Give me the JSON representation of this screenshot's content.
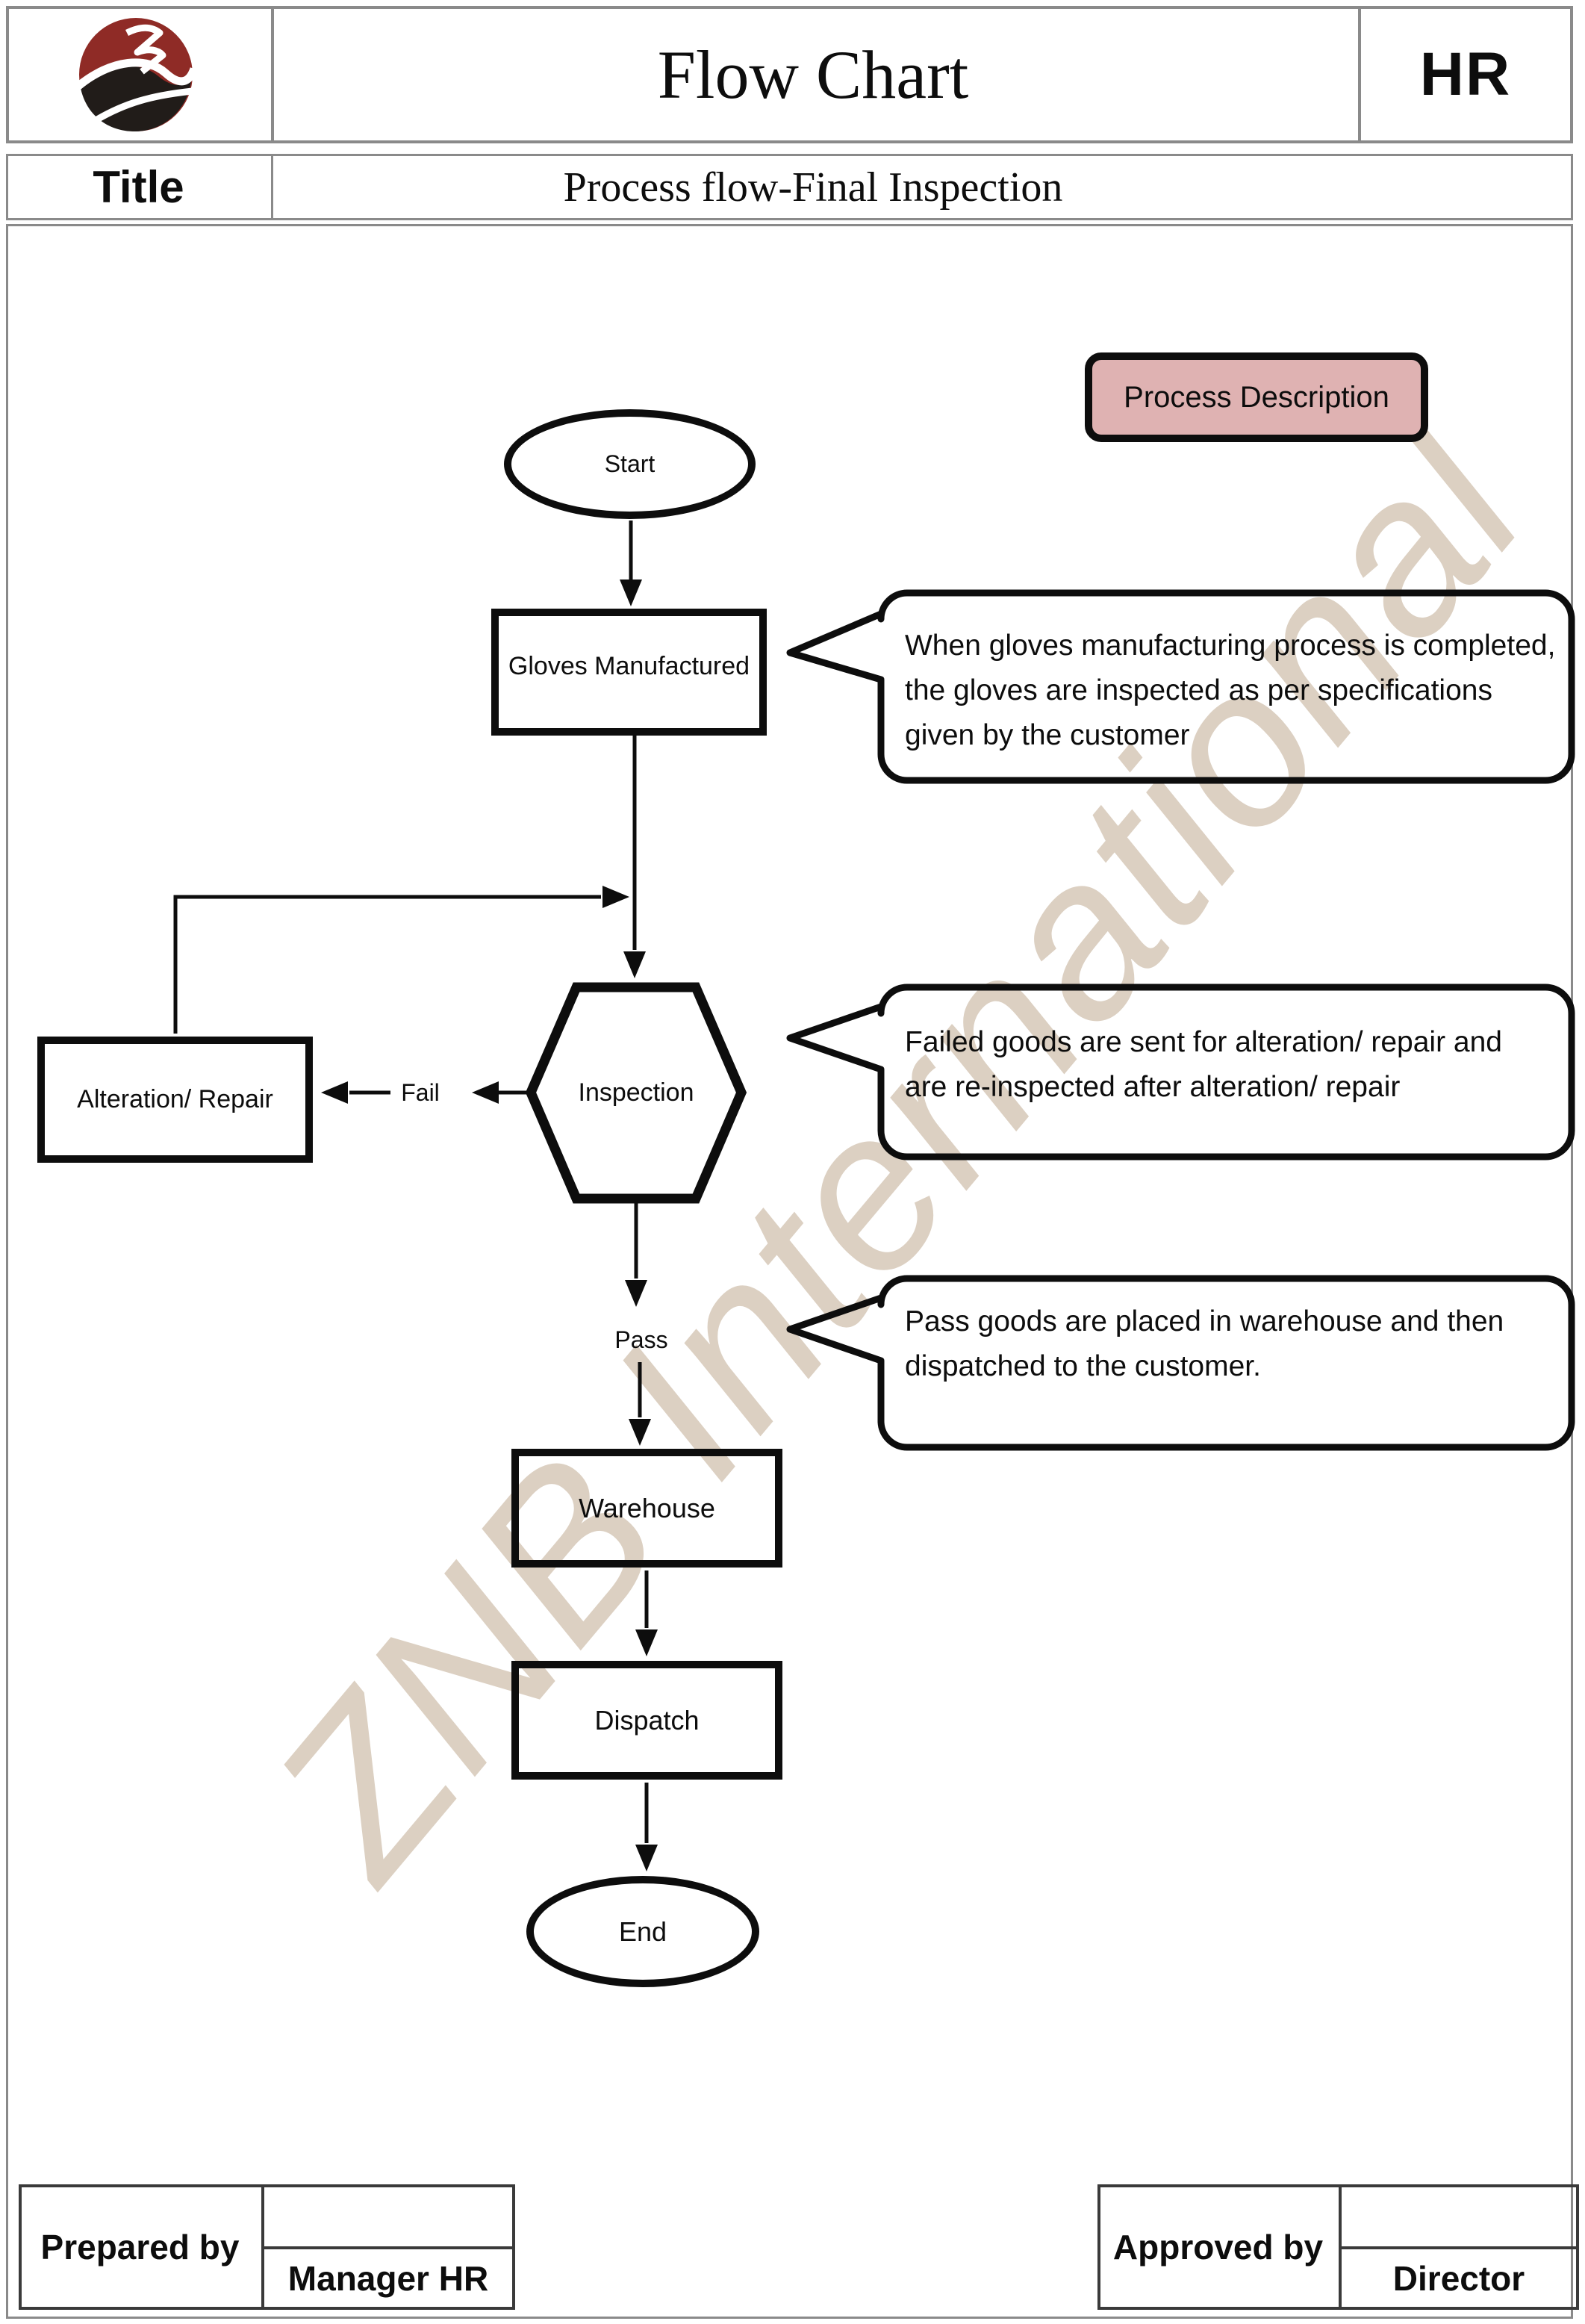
{
  "header": {
    "doc_title": "Flow Chart",
    "department": "HR",
    "title_label": "Title",
    "page_title": "Process flow-Final Inspection"
  },
  "legend": {
    "process_description": "Process Description"
  },
  "flow": {
    "start": "Start",
    "gloves": "Gloves Manufactured",
    "inspection": "Inspection",
    "alteration": "Alteration/ Repair",
    "fail": "Fail",
    "pass": "Pass",
    "warehouse": "Warehouse",
    "dispatch": "Dispatch",
    "end": "End"
  },
  "callouts": {
    "c1": "When gloves manufacturing process is completed,\nthe gloves are inspected as per specifications\ngiven by the customer",
    "c2": "Failed goods are sent for alteration/ repair and\nare re-inspected after alteration/ repair",
    "c3": "Pass goods are placed in warehouse and then\ndispatched to the customer."
  },
  "watermark": "ZNB International",
  "footer": {
    "prepared_label": "Prepared by",
    "prepared_value": "Manager HR",
    "approved_label": "Approved by",
    "approved_value": "Director"
  },
  "colors": {
    "accent_pink": "#dfb2b2",
    "table_border_gray": "#8a8a8a",
    "watermark_tan": "#dcd0c2",
    "logo_red": "#8f2b26",
    "ink": "#0d0d0d"
  }
}
